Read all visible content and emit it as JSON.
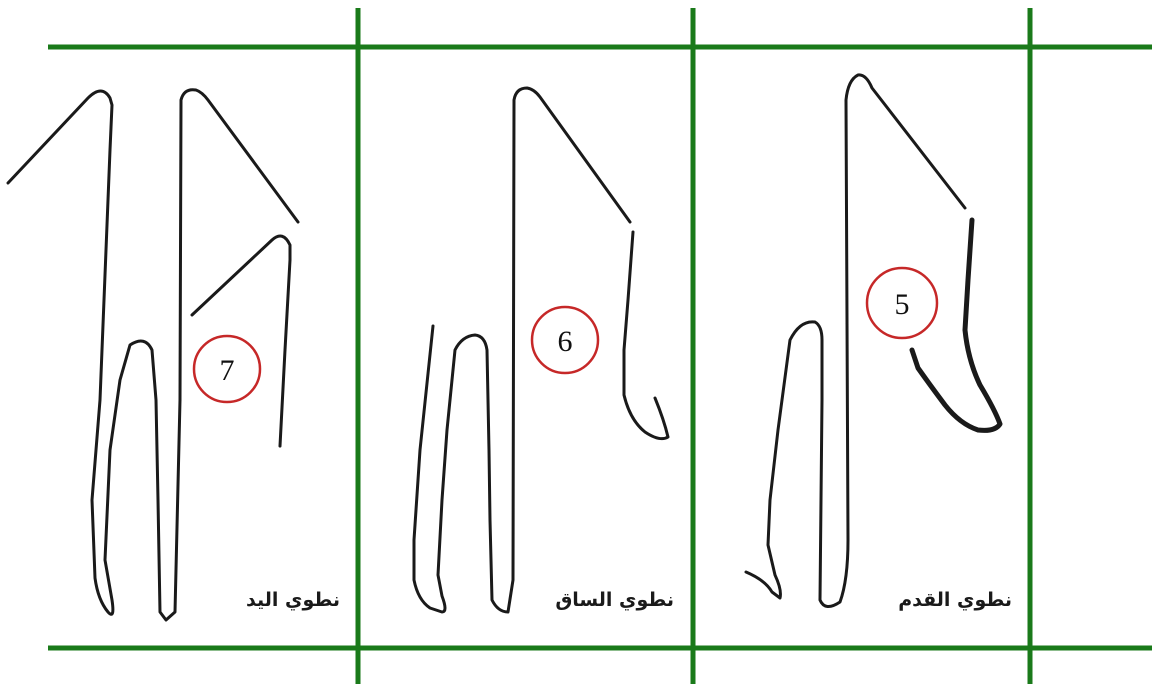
{
  "colors": {
    "grid": "#1a7a1a",
    "stroke": "#1a1a1a",
    "badge": "#c62828"
  },
  "panels": [
    {
      "caption": "نطوي اليد",
      "number": "7"
    },
    {
      "caption": "نطوي الساق",
      "number": "6"
    },
    {
      "caption": "نطوي القدم",
      "number": "5"
    }
  ]
}
